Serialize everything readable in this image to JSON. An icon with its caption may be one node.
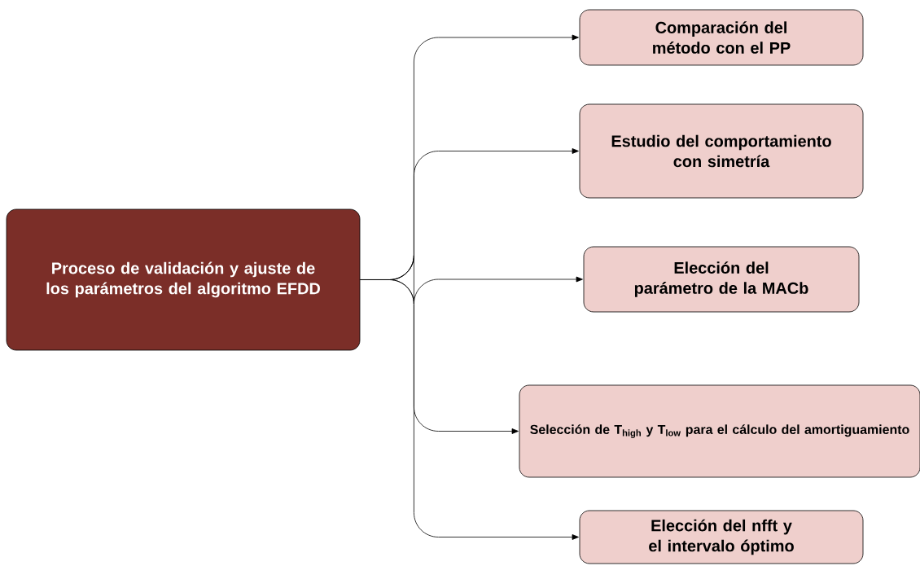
{
  "diagram": {
    "nodes": [
      {
        "text": [
          "Proceso de validación y ajuste de los parámetros del algoritmo EFDD"
        ]
      },
      {
        "text": [
          "Comparación del método con el PP"
        ]
      },
      {
        "text": [
          "Estudio del comportamiento con simetría"
        ]
      },
      {
        "text": [
          "Elección del parámetro de la MACb"
        ]
      },
      {
        "text": [
          "Selección de T$_{high}$ y T$_{low}$ para el cálculo del amortiguamiento"
        ]
      },
      {
        "text": [
          "Elección del nfft y el intervalo óptimo"
        ]
      }
    ],
    "edges": [
      {
        "from": 0,
        "to": 1,
        "arrow": "to"
      },
      {
        "from": 0,
        "to": 2,
        "arrow": "to"
      },
      {
        "from": 0,
        "to": 3,
        "arrow": "to"
      },
      {
        "from": 0,
        "to": 4,
        "arrow": "to"
      },
      {
        "from": 0,
        "to": 5,
        "arrow": "to"
      }
    ]
  }
}
